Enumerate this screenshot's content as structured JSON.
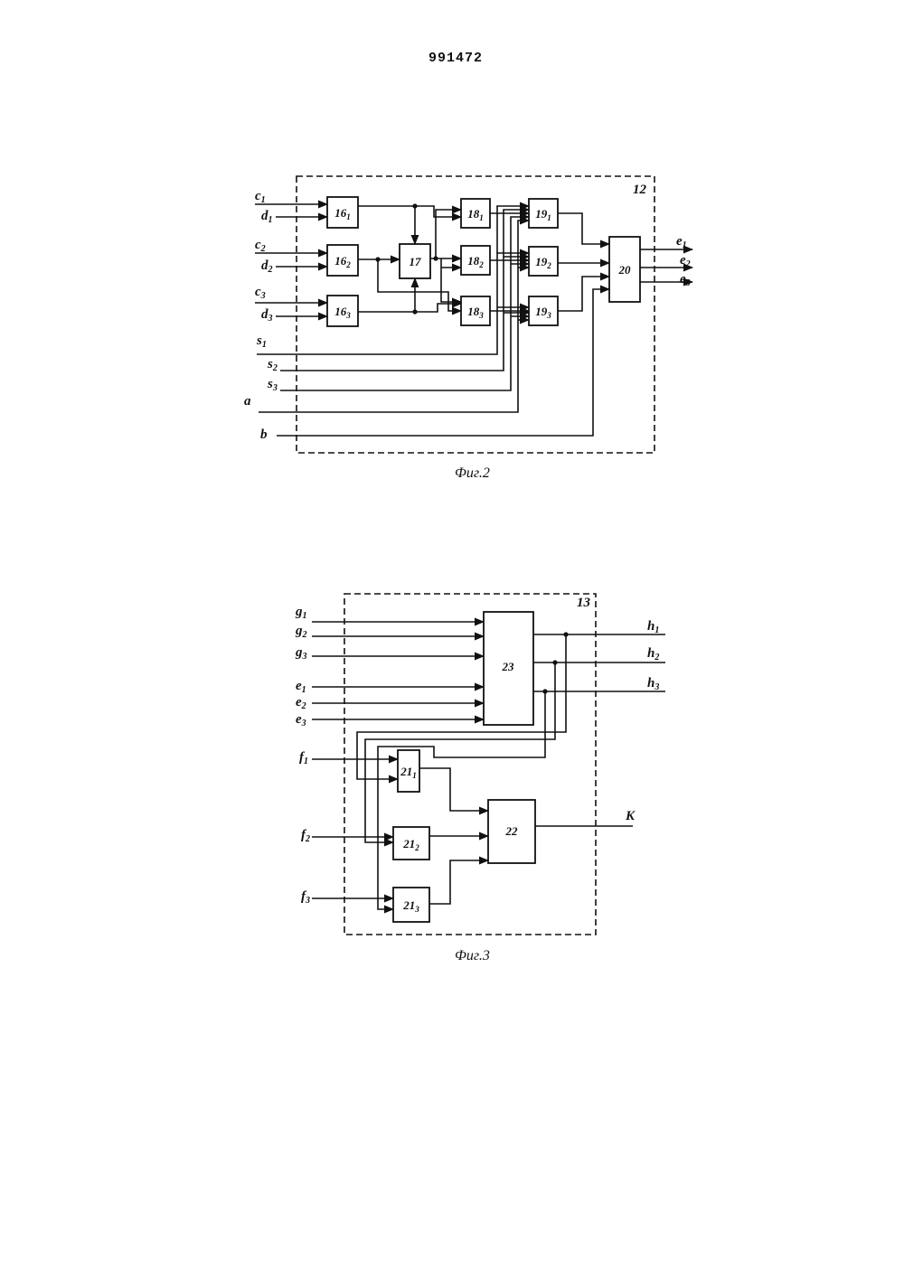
{
  "document": {
    "patent_number": "991472"
  },
  "fig2": {
    "caption": "Фиг.2",
    "frame_label": "12",
    "inputs": [
      "c1",
      "d1",
      "c2",
      "d2",
      "c3",
      "d3",
      "s1",
      "s2",
      "s3",
      "a",
      "b"
    ],
    "outputs": [
      "e1",
      "e2",
      "e3"
    ],
    "blocks": [
      "16_1",
      "16_2",
      "16_3",
      "17",
      "18_1",
      "18_2",
      "18_3",
      "19_1",
      "19_2",
      "19_3",
      "20"
    ]
  },
  "fig3": {
    "caption": "Фиг.3",
    "frame_label": "13",
    "inputs": [
      "g1",
      "g2",
      "g3",
      "e1",
      "e2",
      "e3",
      "f1",
      "f2",
      "f3"
    ],
    "outputs": [
      "h1",
      "h2",
      "h3",
      "K"
    ],
    "blocks": [
      "23",
      "21_1",
      "21_2",
      "21_3",
      "22"
    ]
  }
}
